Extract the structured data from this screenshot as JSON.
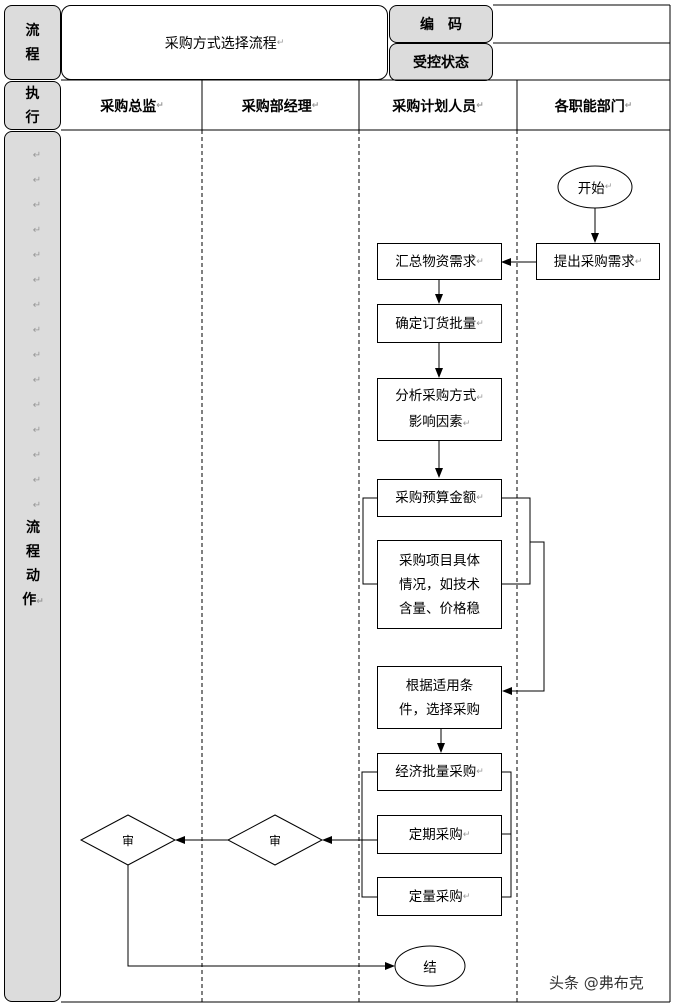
{
  "header": {
    "flow_label_1": "流",
    "flow_label_2": "程",
    "title": "采购方式选择流程",
    "code_label": "编　码",
    "status_label": "受控状态"
  },
  "side": {
    "exec_1": "执",
    "exec_2": "行",
    "action": [
      "流",
      "程",
      "动",
      "作"
    ]
  },
  "lanes": [
    "采购总监",
    "采购部经理",
    "采购计划人员",
    "各职能部门"
  ],
  "nodes": {
    "start": "开始",
    "submit_demand": "提出采购需求",
    "collect_demand": "汇总物资需求",
    "determine_batch": "确定订货批量",
    "analyze_1": "分析采购方式",
    "analyze_2": "影响因素",
    "budget": "采购预算金额",
    "project_1": "采购项目具体",
    "project_2": "情况，如技术",
    "project_3": "含量、价格稳",
    "choose_1": "根据适用条",
    "choose_2": "件，选择采购",
    "eco_batch": "经济批量采购",
    "periodic": "定期采购",
    "fixed_qty": "定量采购",
    "review_manager": "审",
    "review_director": "审",
    "end": "结"
  },
  "return_mark": "↵",
  "watermark": "头条 @弗布克"
}
